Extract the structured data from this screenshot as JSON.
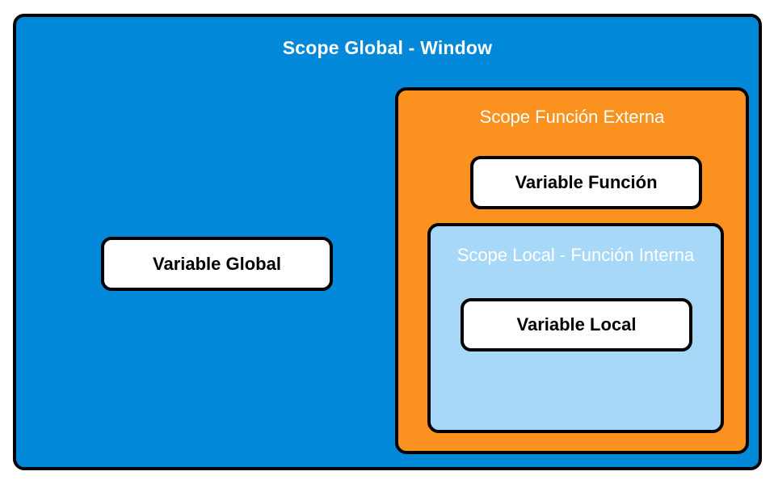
{
  "diagram": {
    "title": "Scope Global - Window",
    "background_color": "#ffffff",
    "scopes": {
      "global": {
        "label": "Scope Global - Window",
        "fill_color": "#0288d8",
        "border_color": "#000000",
        "text_color": "#ffffff",
        "variable": {
          "label": "Variable Global",
          "fill_color": "#ffffff",
          "text_color": "#000000"
        }
      },
      "outer_function": {
        "label": "Scope Función Externa",
        "fill_color": "#fb911f",
        "border_color": "#000000",
        "text_color": "#ffffff",
        "variable": {
          "label": "Variable Función",
          "fill_color": "#ffffff",
          "text_color": "#000000"
        }
      },
      "local_function": {
        "label": "Scope Local - Función Interna",
        "fill_color": "#a8d8f8",
        "border_color": "#000000",
        "text_color": "#ffffff",
        "variable": {
          "label": "Variable Local",
          "fill_color": "#ffffff",
          "text_color": "#000000"
        }
      }
    }
  }
}
